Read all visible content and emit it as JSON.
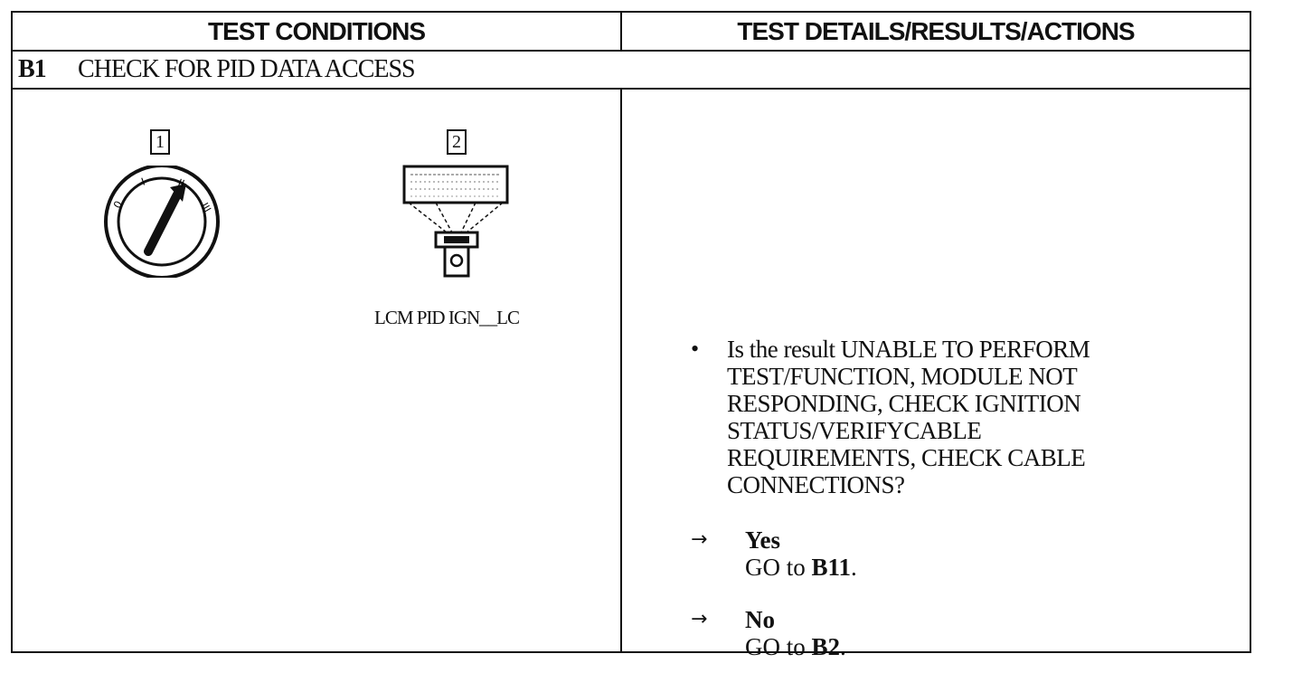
{
  "header": {
    "left": "TEST CONDITIONS",
    "right": "TEST DETAILS/RESULTS/ACTIONS"
  },
  "step": {
    "id": "B1",
    "title": "CHECK FOR PID DATA ACCESS"
  },
  "conditions": {
    "figure1": {
      "number": "1",
      "icon": "ignition-switch-icon",
      "positions": [
        "0",
        "I",
        "II",
        "III"
      ]
    },
    "figure2": {
      "number": "2",
      "icon": "scan-tool-icon",
      "caption": "LCM PID IGN__LC"
    }
  },
  "details": {
    "bullet": "•",
    "question": "Is the result UNABLE TO PERFORM TEST/FUNCTION, MODULE NOT RESPONDING, CHECK IGNITION STATUS/VERIFYCABLE REQUIREMENTS, CHECK CABLE CONNECTIONS?",
    "answers": [
      {
        "arrow": "→",
        "label": "Yes",
        "action_prefix": "GO to ",
        "action_target": "B11",
        "action_suffix": "."
      },
      {
        "arrow": "→",
        "label": "No",
        "action_prefix": "GO to ",
        "action_target": "B2",
        "action_suffix": "."
      }
    ]
  }
}
